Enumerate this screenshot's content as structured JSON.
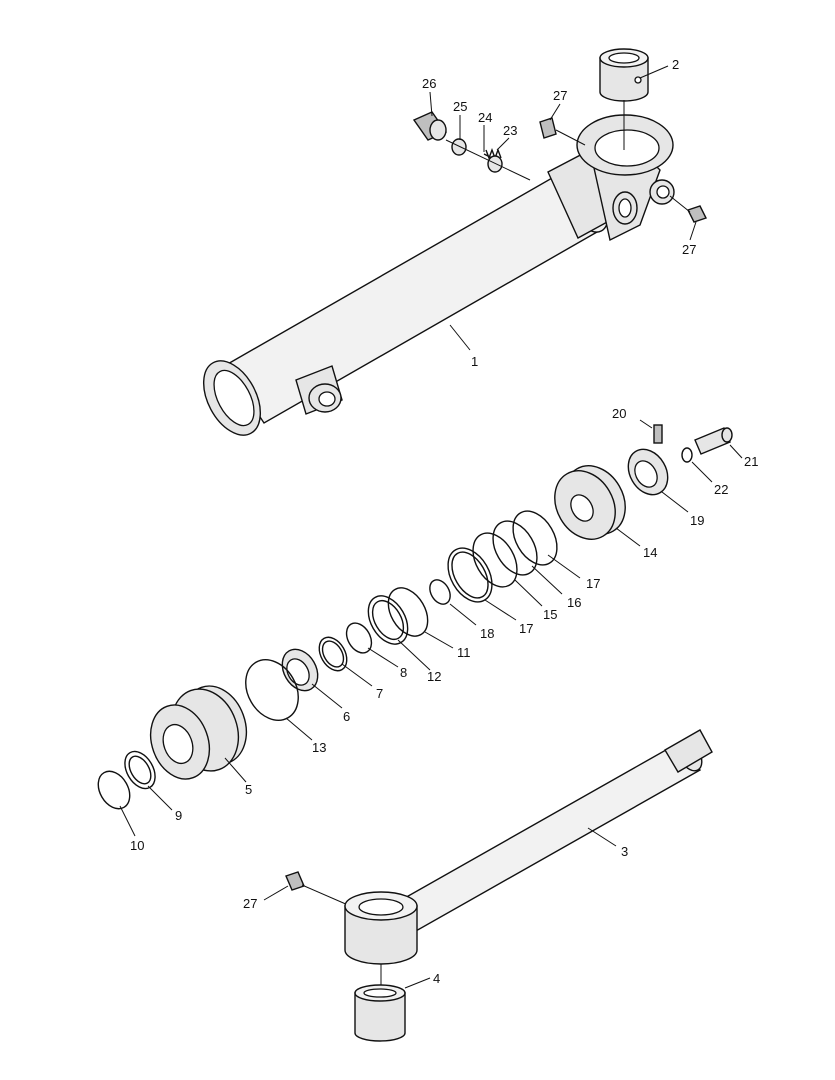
{
  "callouts": [
    {
      "id": "c1",
      "label": "1"
    },
    {
      "id": "c2",
      "label": "2"
    },
    {
      "id": "c3",
      "label": "3"
    },
    {
      "id": "c4",
      "label": "4"
    },
    {
      "id": "c5",
      "label": "5"
    },
    {
      "id": "c6",
      "label": "6"
    },
    {
      "id": "c7",
      "label": "7"
    },
    {
      "id": "c8",
      "label": "8"
    },
    {
      "id": "c9",
      "label": "9"
    },
    {
      "id": "c10",
      "label": "10"
    },
    {
      "id": "c11",
      "label": "11"
    },
    {
      "id": "c12",
      "label": "12"
    },
    {
      "id": "c13",
      "label": "13"
    },
    {
      "id": "c14",
      "label": "14"
    },
    {
      "id": "c15",
      "label": "15"
    },
    {
      "id": "c16",
      "label": "16"
    },
    {
      "id": "c17a",
      "label": "17"
    },
    {
      "id": "c17b",
      "label": "17"
    },
    {
      "id": "c18",
      "label": "18"
    },
    {
      "id": "c19",
      "label": "19"
    },
    {
      "id": "c20",
      "label": "20"
    },
    {
      "id": "c21",
      "label": "21"
    },
    {
      "id": "c22",
      "label": "22"
    },
    {
      "id": "c23",
      "label": "23"
    },
    {
      "id": "c24",
      "label": "24"
    },
    {
      "id": "c25",
      "label": "25"
    },
    {
      "id": "c26",
      "label": "26"
    },
    {
      "id": "c27a",
      "label": "27"
    },
    {
      "id": "c27b",
      "label": "27"
    },
    {
      "id": "c27c",
      "label": "27"
    }
  ]
}
